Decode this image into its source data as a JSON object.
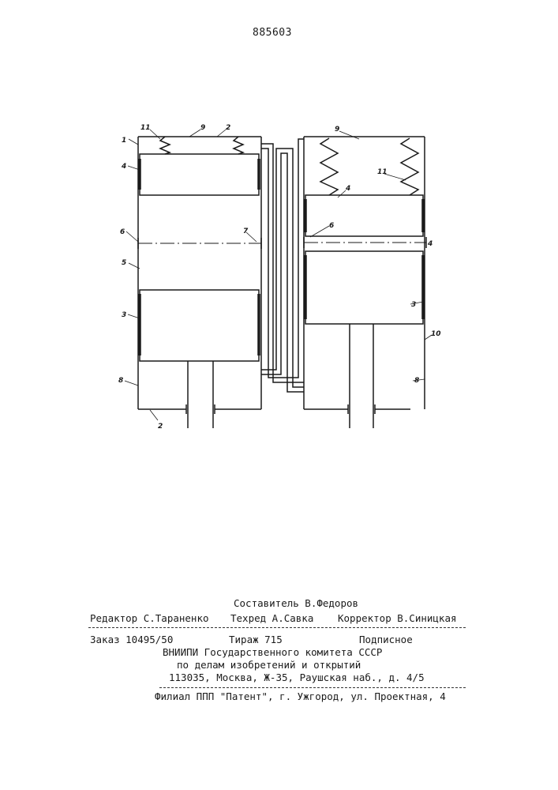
{
  "patent_number": "885603",
  "figure_labels": {
    "left": {
      "housing": "1",
      "cover_top": "2",
      "gas_cavity": "9",
      "springs": "11",
      "floating_piston": "4",
      "axis_6": "6",
      "axis_7": "7",
      "cavity_5": "5",
      "main_piston": "3",
      "lower_cavity": "8",
      "cover_bottom": "2"
    },
    "right": {
      "gas_cavity": "9",
      "springs": "11",
      "floating_piston": "4",
      "axis_6": "6",
      "axis_end": "4",
      "main_piston": "3",
      "wall": "10",
      "lower_cavity": "8"
    }
  },
  "colophon": {
    "compiler": "Составитель В.Федоров",
    "editor": "Редактор С.Тараненко",
    "techred": "Техред А.Савка",
    "corrector": "Корректор В.Синицкая",
    "order": "Заказ 10495/50",
    "circulation": "Тираж 715",
    "subscription": "Подписное",
    "org_line1": "ВНИИПИ Государственного комитета СССР",
    "org_line2": "по делам изобретений и открытий",
    "org_line3": "113035, Москва, Ж-35, Раушская наб., д. 4/5",
    "branch": "Филиал ППП \"Патент\", г. Ужгород, ул. Проектная, 4"
  }
}
